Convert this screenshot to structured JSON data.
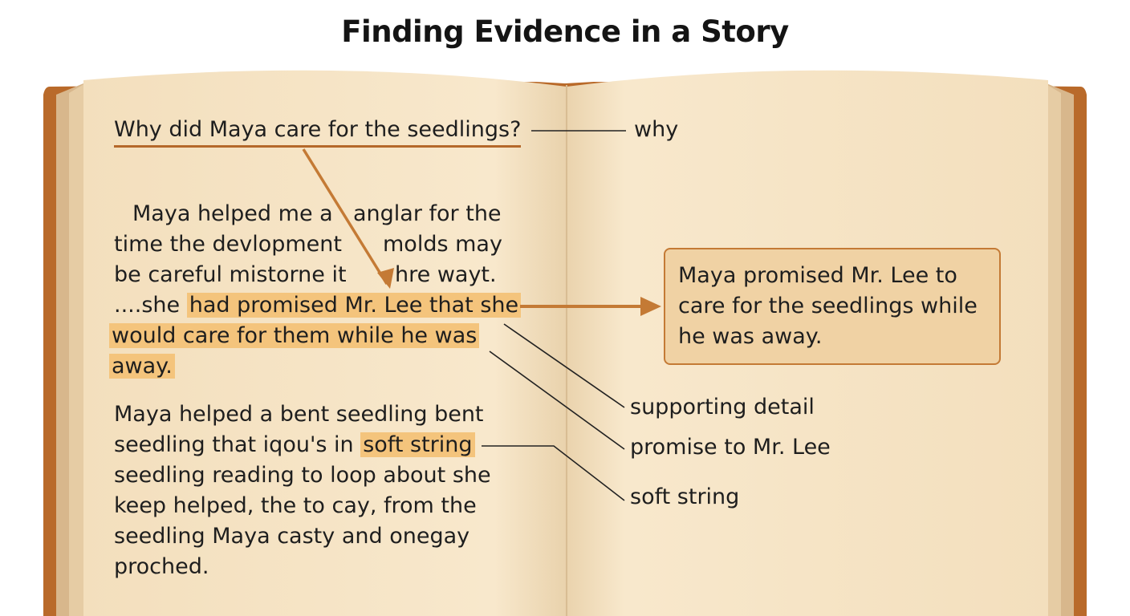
{
  "title": "Finding Evidence in a Story",
  "question": "Why did Maya care for the seedlings?",
  "passage1": {
    "line1": "Maya helped me a",
    "line1b": "anglar for the",
    "line2": "time the devlopment",
    "line2b": "molds may",
    "line3": "be careful mistorne it",
    "line3b": "hre wayt.",
    "line4_prefix": "....she ",
    "line4_highlight": "had promised Mr. Lee that she",
    "line5_highlight": "would care for them while he was",
    "line6_highlight": "away."
  },
  "passage2": {
    "line1": "Maya helped a bent seedling bent",
    "line2_prefix": "seedling that iqou's in ",
    "line2_highlight": "soft string",
    "line3": "seedling reading to loop about she",
    "line4": "keep helped, the to cay, from the",
    "line5": "seedling  Maya casty and onegay",
    "line6": "proched."
  },
  "answer_box": "Maya promised Mr. Lee to\ncare for the seedlings while\nhe was away.",
  "labels": {
    "why": "why",
    "supporting_detail": "supporting detail",
    "promise": "promise to Mr. Lee",
    "soft_string": "soft string"
  },
  "colors": {
    "cover": "#b96a2a",
    "page": "#f6e3c3",
    "highlight": "#f4c47c",
    "arrow": "#c47a35",
    "answer_fill": "#f0d2a4"
  }
}
